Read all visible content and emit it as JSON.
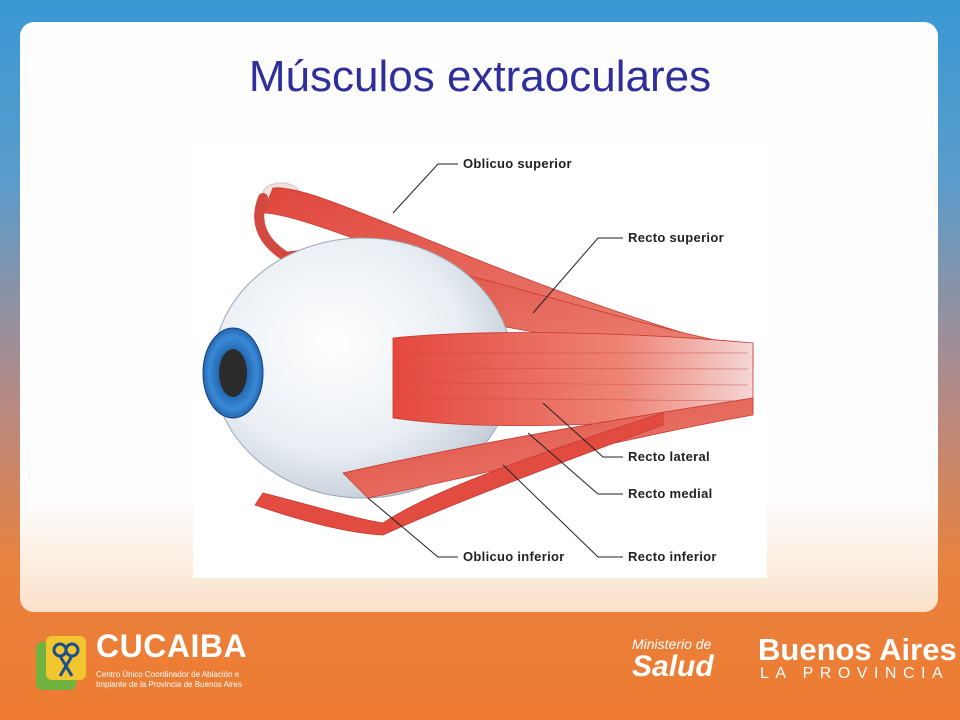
{
  "slide": {
    "title": "Músculos extraoculares"
  },
  "diagram": {
    "labels": {
      "oblicuo_superior": "Oblicuo superior",
      "recto_superior": "Recto superior",
      "recto_lateral": "Recto lateral",
      "recto_medial": "Recto medial",
      "oblicuo_inferior": "Oblicuo inferior",
      "recto_inferior": "Recto inferior"
    },
    "colors": {
      "muscle": "#e05a4e",
      "iris": "#2f7fc8",
      "sclera": "#eef2f6"
    }
  },
  "footer": {
    "cucaiba": {
      "name": "CUCAIBA",
      "subtitle": "Centro Único Coordinador de Ablación e Implante de la Provincia de Buenos Aires"
    },
    "ministerio": {
      "line1": "Ministerio de",
      "line2": "Salud"
    },
    "provincia": {
      "line1": "Buenos Aires",
      "line2": "LA PROVINCIA"
    }
  }
}
